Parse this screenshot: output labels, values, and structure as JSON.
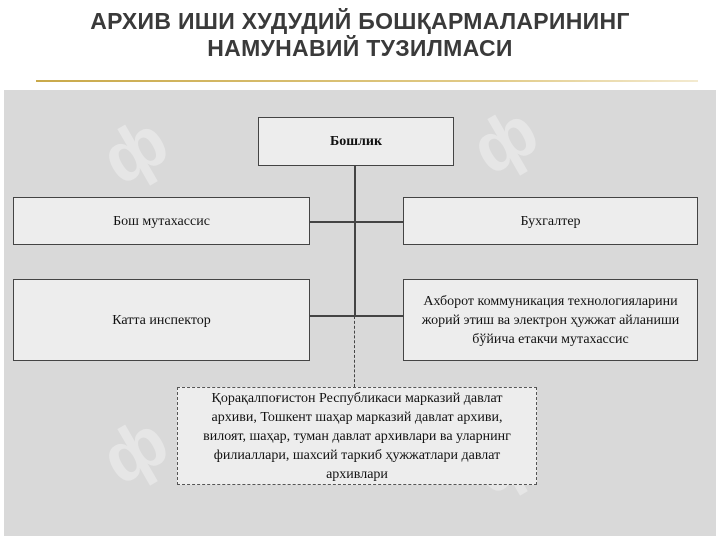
{
  "title": {
    "line1": "АРХИВ ИШИ ХУДУДИЙ БОШҚАРМАЛАРИНИНГ",
    "line2": "НАМУНАВИЙ ТУЗИЛМАСИ"
  },
  "watermark": "ф",
  "org_chart": {
    "head": "Бошлик",
    "left": [
      "Бош мутахассис",
      "Катта инспектор"
    ],
    "right": [
      "Бухгалтер",
      "Ахборот коммуникация технологияларини жорий этиш ва электрон ҳужжат айланиши бўйича етакчи мутахассис"
    ],
    "subordinate": "Қорақалпоғистон Республикаси марказий давлат архиви, Тошкент шаҳар марказий давлат архиви, вилоят, шаҳар, туман давлат архивлари ва уларнинг филиаллари, шахсий таркиб ҳужжатлари давлат архивлари"
  },
  "colors": {
    "panel": "#d9d9d9",
    "box_fill": "#ededed",
    "title_text": "#3a3a3a",
    "rule": "#c9a94a"
  }
}
